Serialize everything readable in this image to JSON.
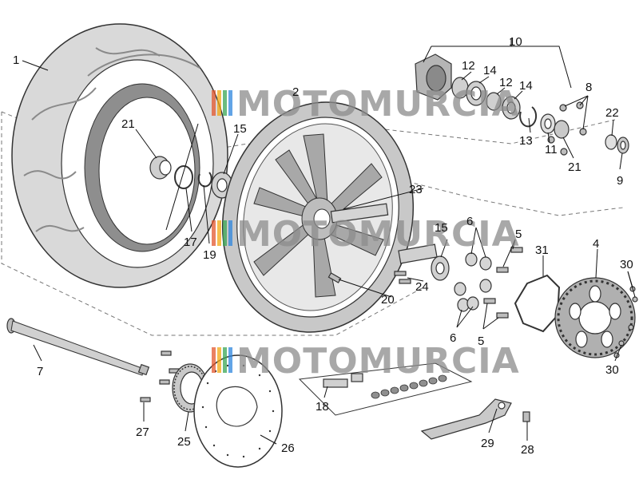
{
  "watermark": {
    "text": "MOTOMURCIA"
  },
  "callouts": {
    "c1": "1",
    "c2": "2",
    "c4": "4",
    "c5a": "5",
    "c5b": "5",
    "c6a": "6",
    "c6b": "6",
    "c7": "7",
    "c8": "8",
    "c9": "9",
    "c10": "10",
    "c11": "11",
    "c12a": "12",
    "c12b": "12",
    "c13": "13",
    "c14a": "14",
    "c14b": "14",
    "c15a": "15",
    "c15b": "15",
    "c17": "17",
    "c18": "18",
    "c19": "19",
    "c20": "20",
    "c21a": "21",
    "c21b": "21",
    "c22": "22",
    "c23": "23",
    "c24": "24",
    "c25": "25",
    "c26": "26",
    "c27": "27",
    "c28": "28",
    "c29": "29",
    "c30a": "30",
    "c30b": "30",
    "c31": "31"
  },
  "colors": {
    "tyre": "#d9d9d9",
    "tyre_dark": "#9a9a9a",
    "rim": "#c8c8c8",
    "rim_dark": "#8f8f8f",
    "metal": "#bdbdbd",
    "sprocket": "#b0b0b0",
    "line": "#222222",
    "watermark": "#8c8c8c",
    "watermark_stripes": [
      "#e4572e",
      "#f3a712",
      "#3aa655",
      "#2e86de"
    ]
  }
}
